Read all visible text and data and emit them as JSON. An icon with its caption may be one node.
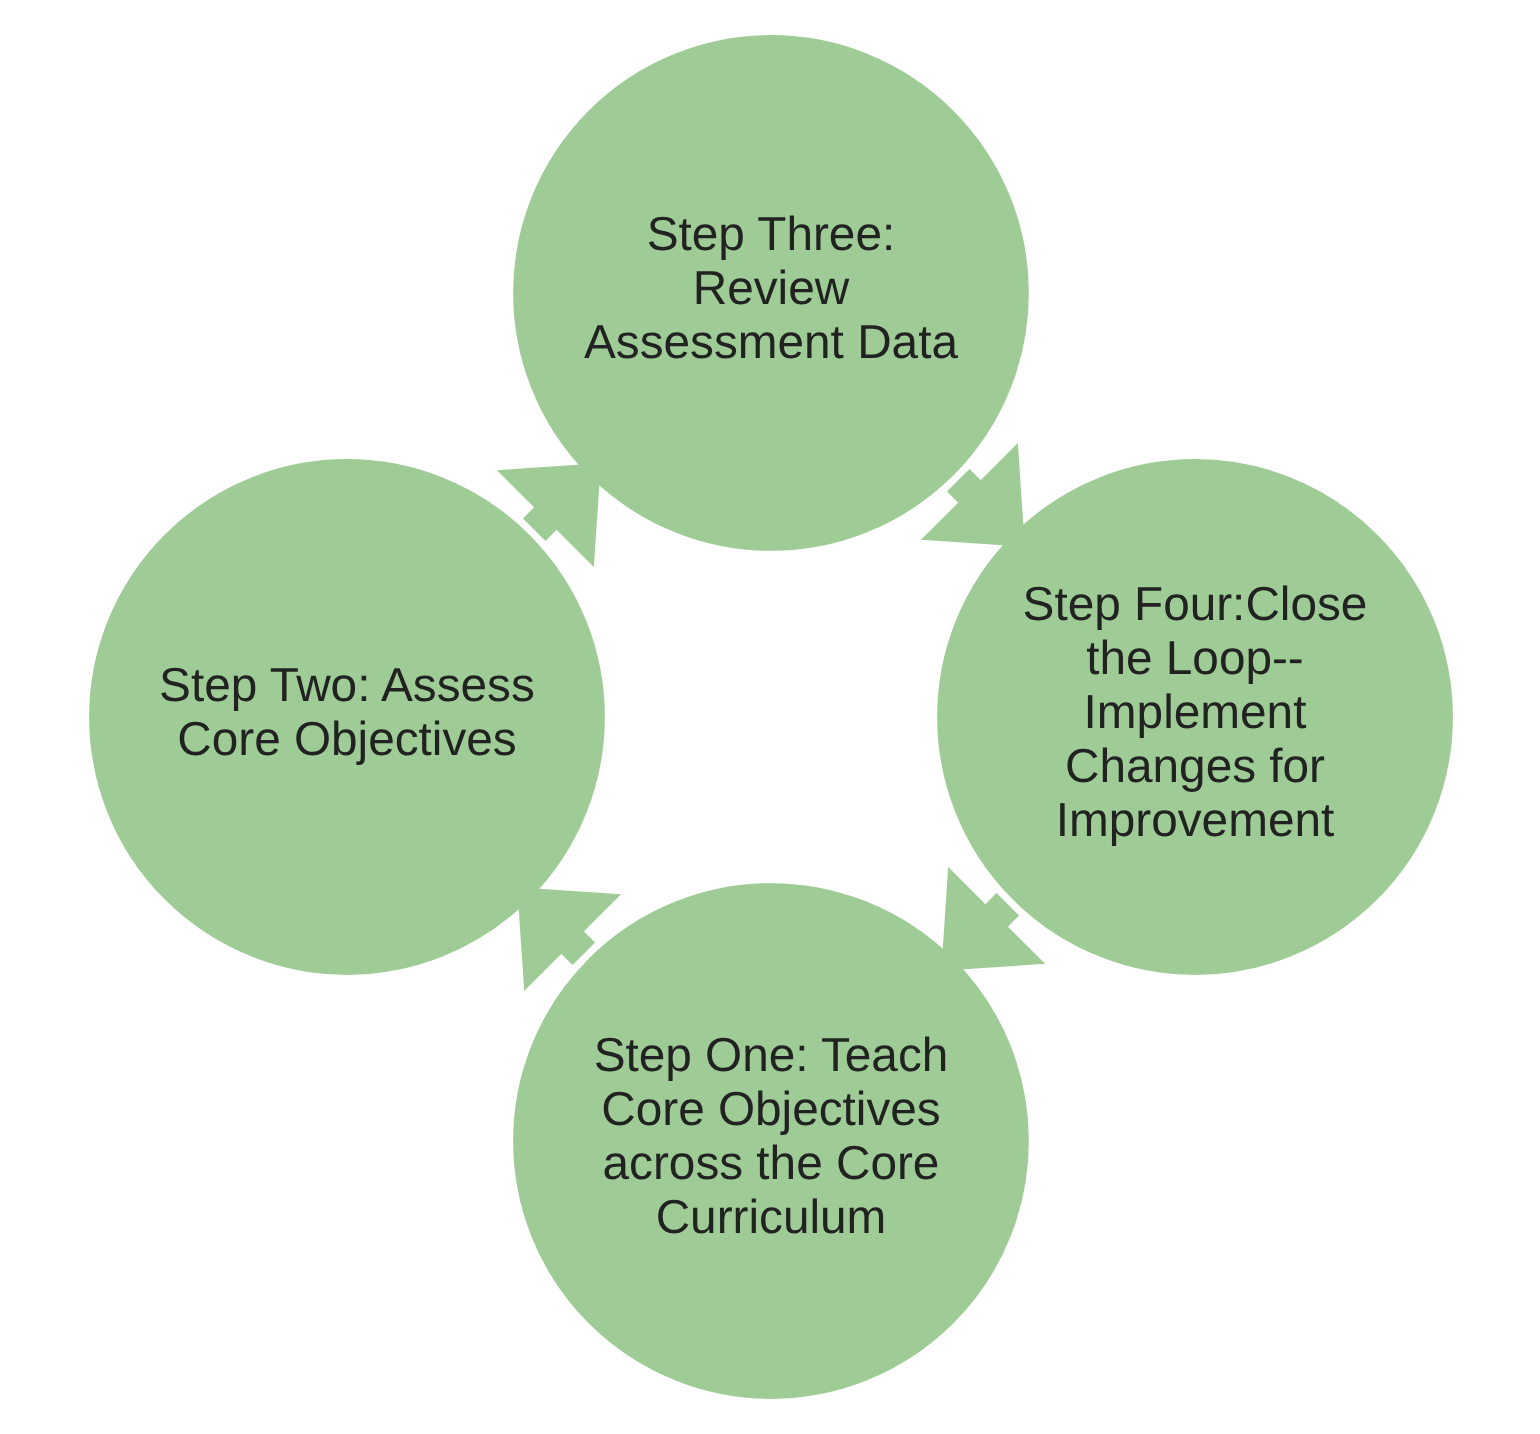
{
  "diagram": {
    "nodes": [
      {
        "text": [
          "Step One: Teach Core Objectives across the Core Curriculum"
        ]
      },
      {
        "text": [
          "Step Two: Assess Core Objectives"
        ]
      },
      {
        "text": [
          "Step Three: Review Assessment Data"
        ]
      },
      {
        "text": [
          "Step Four:Close the Loop--Implement Changes for Improvement"
        ]
      }
    ],
    "edges": [
      {
        "from": 0,
        "to": 1,
        "arrow": "to"
      },
      {
        "from": 1,
        "to": 2,
        "arrow": "to"
      },
      {
        "from": 2,
        "to": 3,
        "arrow": "to"
      },
      {
        "from": 3,
        "to": 0,
        "arrow": "to"
      }
    ]
  }
}
